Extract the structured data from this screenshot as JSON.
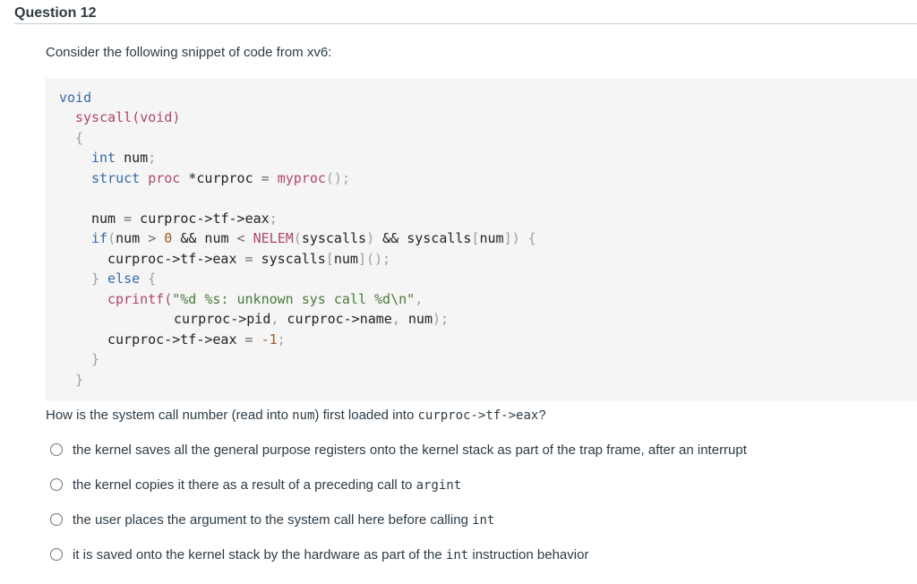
{
  "header": {
    "title": "Question 12"
  },
  "prompt": "Consider the following snippet of code from xv6:",
  "code": {
    "l1": "void",
    "l2": "syscall(void)",
    "l3": "{",
    "l4a": "int",
    "l4b": " num",
    "l4c": ";",
    "l5a": "struct",
    "l5b": " proc",
    "l5c": " *curproc",
    "l5d": " =",
    "l5e": " myproc",
    "l5f": "();",
    "l6a": "num",
    "l6b": " =",
    "l6c": " curproc->tf->eax",
    "l6d": ";",
    "l7a": "if",
    "l7b": "(",
    "l7c": "num",
    "l7d": " >",
    "l7e": " 0",
    "l7f": " &&",
    "l7g": " num",
    "l7h": " <",
    "l7i": " NELEM",
    "l7j": "(",
    "l7k": "syscalls",
    "l7l": ")",
    "l7m": " &&",
    "l7n": " syscalls",
    "l7o": "[",
    "l7p": "num",
    "l7q": "])",
    "l7r": " {",
    "l8a": "curproc->tf->eax",
    "l8b": " =",
    "l8c": " syscalls",
    "l8d": "[",
    "l8e": "num",
    "l8f": "]();",
    "l9a": "}",
    "l9b": " else",
    "l9c": " {",
    "l10a": "cprintf(",
    "l10b": "\"%d %s: unknown sys call %d\\n\"",
    "l10c": ",",
    "l11a": "curproc->pid",
    "l11b": ",",
    "l11c": " curproc->name",
    "l11d": ",",
    "l11e": " num",
    "l11f": ");",
    "l12a": "curproc->tf->eax",
    "l12b": " =",
    "l12c": " -1",
    "l12d": ";",
    "l13": "}",
    "l14": "}"
  },
  "question": {
    "pre": "How is the system call number (read into ",
    "num": "num",
    "mid": ") first loaded into ",
    "code": "curproc->tf->eax",
    "post": "?"
  },
  "options": [
    {
      "text": "the kernel saves all the general purpose registers onto the kernel stack as part of the trap frame, after an interrupt"
    },
    {
      "pre": "the kernel copies it there as a result of a preceding call to ",
      "code": "argint"
    },
    {
      "pre": "the user places the argument to the system call here before calling ",
      "code": "int"
    },
    {
      "pre": "it is saved onto the kernel stack by the hardware as part of the ",
      "code": "int",
      "post": " instruction behavior"
    }
  ]
}
